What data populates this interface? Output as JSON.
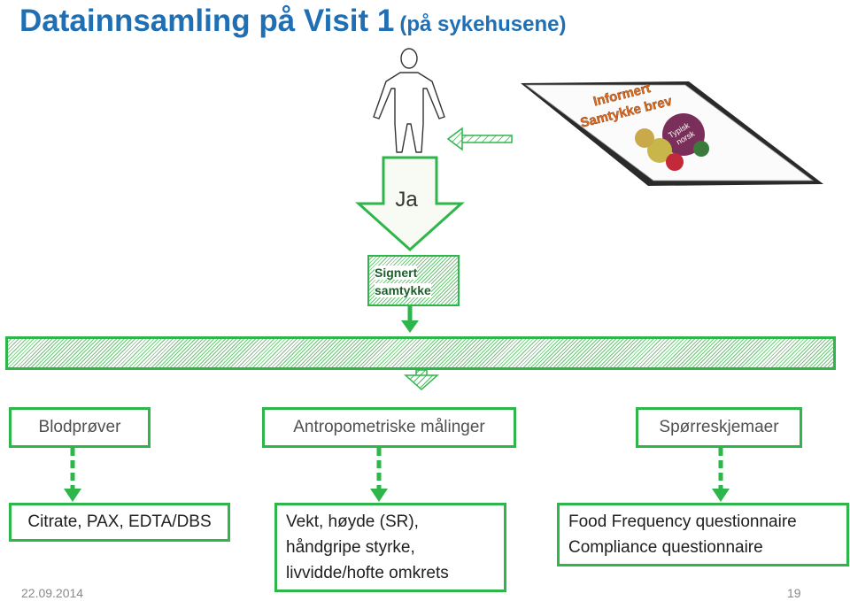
{
  "title": {
    "main": "Datainnsamling på Visit 1",
    "sub": "(på sykehusene)"
  },
  "arrow_label": "Ja",
  "signed_box": {
    "line1": "Signert",
    "line2": "samtykke"
  },
  "booklet": {
    "line1": "Informert",
    "line2": "Samtykke brev",
    "badge1": "Typisk",
    "badge2": "norsk"
  },
  "categories": [
    {
      "label": "Blodprøver"
    },
    {
      "label": "Antropometriske målinger"
    },
    {
      "label": "Spørreskjemaer"
    }
  ],
  "details": [
    {
      "lines": [
        "Citrate, PAX, EDTA/DBS"
      ]
    },
    {
      "lines": [
        "Vekt, høyde (SR),",
        "håndgripe styrke,",
        "livvidde/hofte omkrets"
      ]
    },
    {
      "lines": [
        "Food Frequency questionnaire",
        "Compliance questionnaire"
      ]
    }
  ],
  "footer": {
    "date": "22.09.2014",
    "page": "19"
  },
  "colors": {
    "title": "#1f6fb5",
    "green": "#2fb64b",
    "booklet_title": "#e26a1b"
  }
}
